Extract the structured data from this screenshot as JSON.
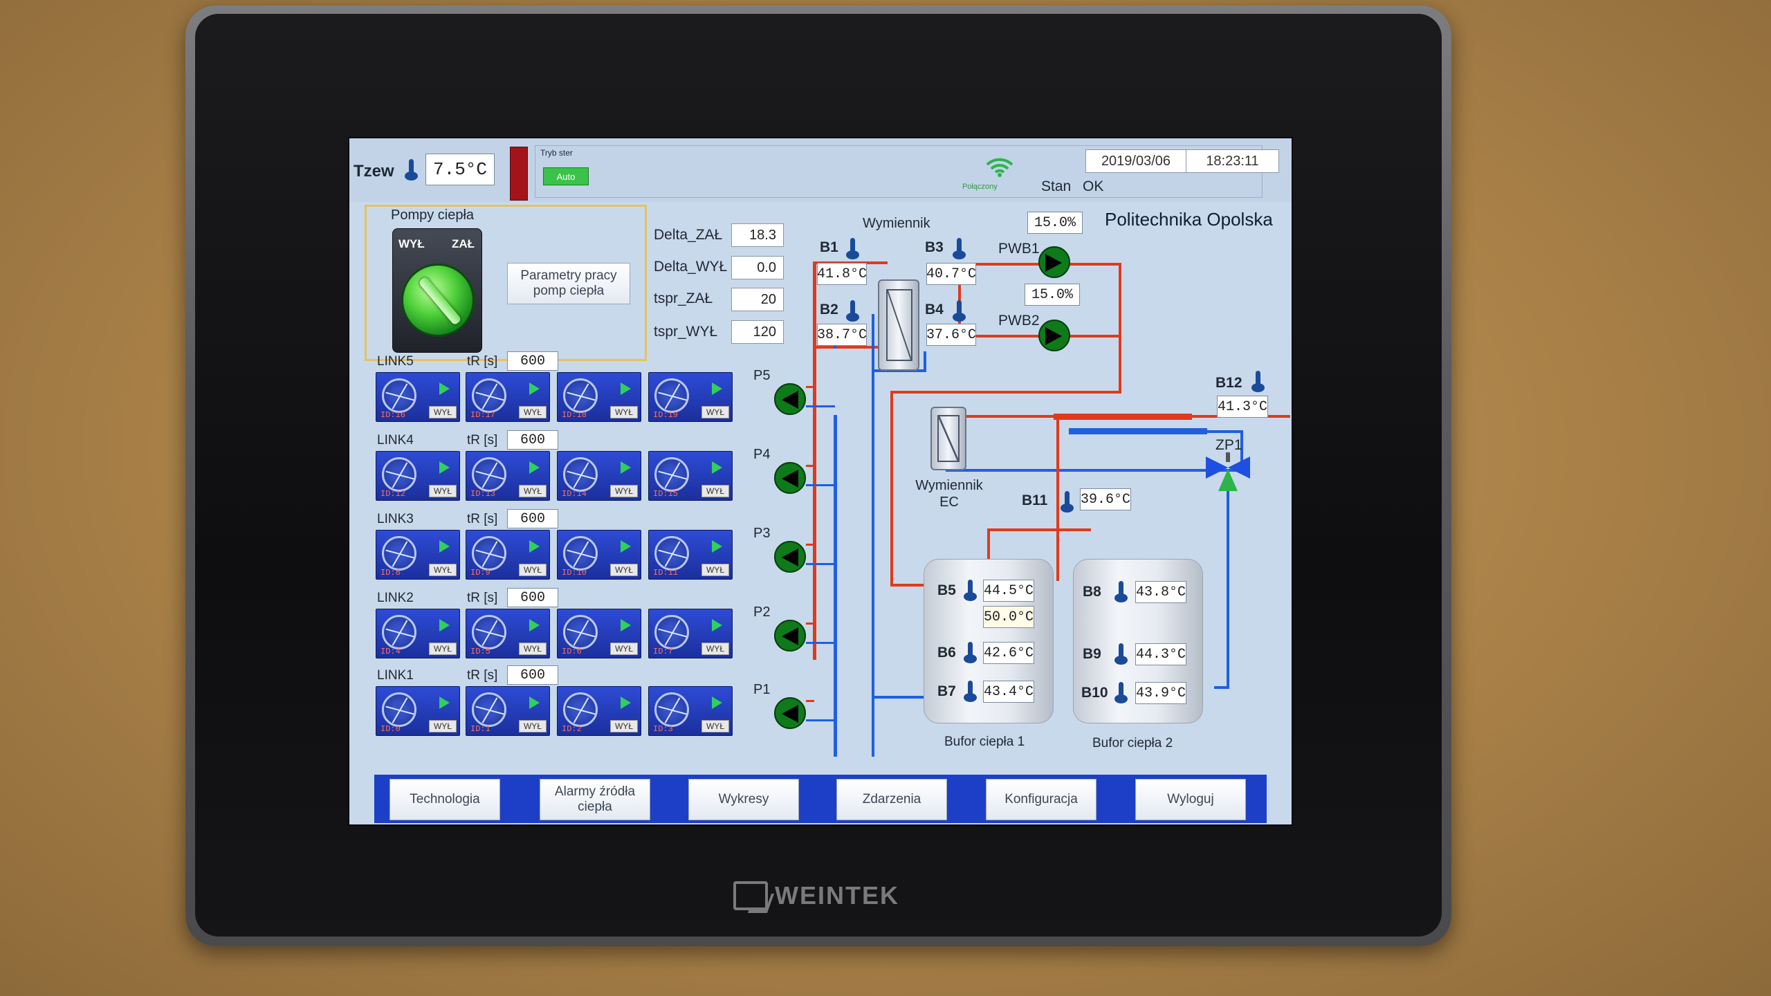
{
  "header": {
    "tzew_label": "Tzew",
    "tzew_value": "7.5°C",
    "mode_label": "Tryb ster",
    "mode_value": "Auto",
    "conn_text": "Połączony",
    "date": "2019/03/06",
    "time": "18:23:11",
    "stan_label": "Stan",
    "stan_value": "OK",
    "org": "Politechnika Opolska"
  },
  "heat_pumps": {
    "title": "Pompy ciepła",
    "off_label": "WYŁ",
    "on_label": "ZAŁ",
    "params_button": "Parametry pracy pomp ciepła"
  },
  "params": [
    {
      "label": "Delta_ZAŁ",
      "value": "18.3"
    },
    {
      "label": "Delta_WYŁ",
      "value": "0.0"
    },
    {
      "label": "tspr_ZAŁ",
      "value": "20"
    },
    {
      "label": "tspr_WYŁ",
      "value": "120"
    }
  ],
  "links": [
    {
      "name": "LINK5",
      "tr_label": "tR [s]",
      "tr_value": "600",
      "pump": "P5",
      "fans": [
        {
          "id": "ID:16",
          "state": "WYŁ"
        },
        {
          "id": "ID:17",
          "state": "WYŁ"
        },
        {
          "id": "ID:18",
          "state": "WYŁ"
        },
        {
          "id": "ID:19",
          "state": "WYŁ"
        }
      ]
    },
    {
      "name": "LINK4",
      "tr_label": "tR [s]",
      "tr_value": "600",
      "pump": "P4",
      "fans": [
        {
          "id": "ID:12",
          "state": "WYŁ"
        },
        {
          "id": "ID:13",
          "state": "WYŁ"
        },
        {
          "id": "ID:14",
          "state": "WYŁ"
        },
        {
          "id": "ID:15",
          "state": "WYŁ"
        }
      ]
    },
    {
      "name": "LINK3",
      "tr_label": "tR [s]",
      "tr_value": "600",
      "pump": "P3",
      "fans": [
        {
          "id": "ID:8",
          "state": "WYŁ"
        },
        {
          "id": "ID:9",
          "state": "WYŁ"
        },
        {
          "id": "ID:10",
          "state": "WYŁ"
        },
        {
          "id": "ID:11",
          "state": "WYŁ"
        }
      ]
    },
    {
      "name": "LINK2",
      "tr_label": "tR [s]",
      "tr_value": "600",
      "pump": "P2",
      "fans": [
        {
          "id": "ID:4",
          "state": "WYŁ"
        },
        {
          "id": "ID:5",
          "state": "WYŁ"
        },
        {
          "id": "ID:6",
          "state": "WYŁ"
        },
        {
          "id": "ID:7",
          "state": "WYŁ"
        }
      ]
    },
    {
      "name": "LINK1",
      "tr_label": "tR [s]",
      "tr_value": "600",
      "pump": "P1",
      "fans": [
        {
          "id": "ID:0",
          "state": "WYŁ"
        },
        {
          "id": "ID:1",
          "state": "WYŁ"
        },
        {
          "id": "ID:2",
          "state": "WYŁ"
        },
        {
          "id": "ID:3",
          "state": "WYŁ"
        }
      ]
    }
  ],
  "exchanger": {
    "title": "Wymiennik",
    "ec_title": "Wymiennik EC",
    "sensors": [
      {
        "label": "B1",
        "value": "41.8°C"
      },
      {
        "label": "B2",
        "value": "38.7°C"
      },
      {
        "label": "B3",
        "value": "40.7°C"
      },
      {
        "label": "B4",
        "value": "37.6°C"
      }
    ]
  },
  "pwb": {
    "pwb1_label": "PWB1",
    "pwb2_label": "PWB2",
    "pwb1_pct": "15.0%",
    "pwb2_pct": "15.0%"
  },
  "valve": {
    "label": "ZP1",
    "b12_label": "B12",
    "b12_value": "41.3°C",
    "b11_label": "B11",
    "b11_value": "39.6°C"
  },
  "buffers": [
    {
      "name": "Bufor ciepła 1",
      "setpoint": "50.0°C",
      "sensors": [
        {
          "label": "B5",
          "value": "44.5°C"
        },
        {
          "label": "B6",
          "value": "42.6°C"
        },
        {
          "label": "B7",
          "value": "43.4°C"
        }
      ]
    },
    {
      "name": "Bufor ciepła 2",
      "sensors": [
        {
          "label": "B8",
          "value": "43.8°C"
        },
        {
          "label": "B9",
          "value": "44.3°C"
        },
        {
          "label": "B10",
          "value": "43.9°C"
        }
      ]
    }
  ],
  "nav": [
    "Technologia",
    "Alarmy źródła ciepła",
    "Wykresy",
    "Zdarzenia",
    "Konfiguracja",
    "Wyloguj"
  ],
  "device_brand": "WEINTEK",
  "colors": {
    "hot_pipe": "#e03a1c",
    "cold_pipe": "#1f5fe0",
    "navbar": "#1d3fc7",
    "screen_bg": "#c9d9ec"
  }
}
